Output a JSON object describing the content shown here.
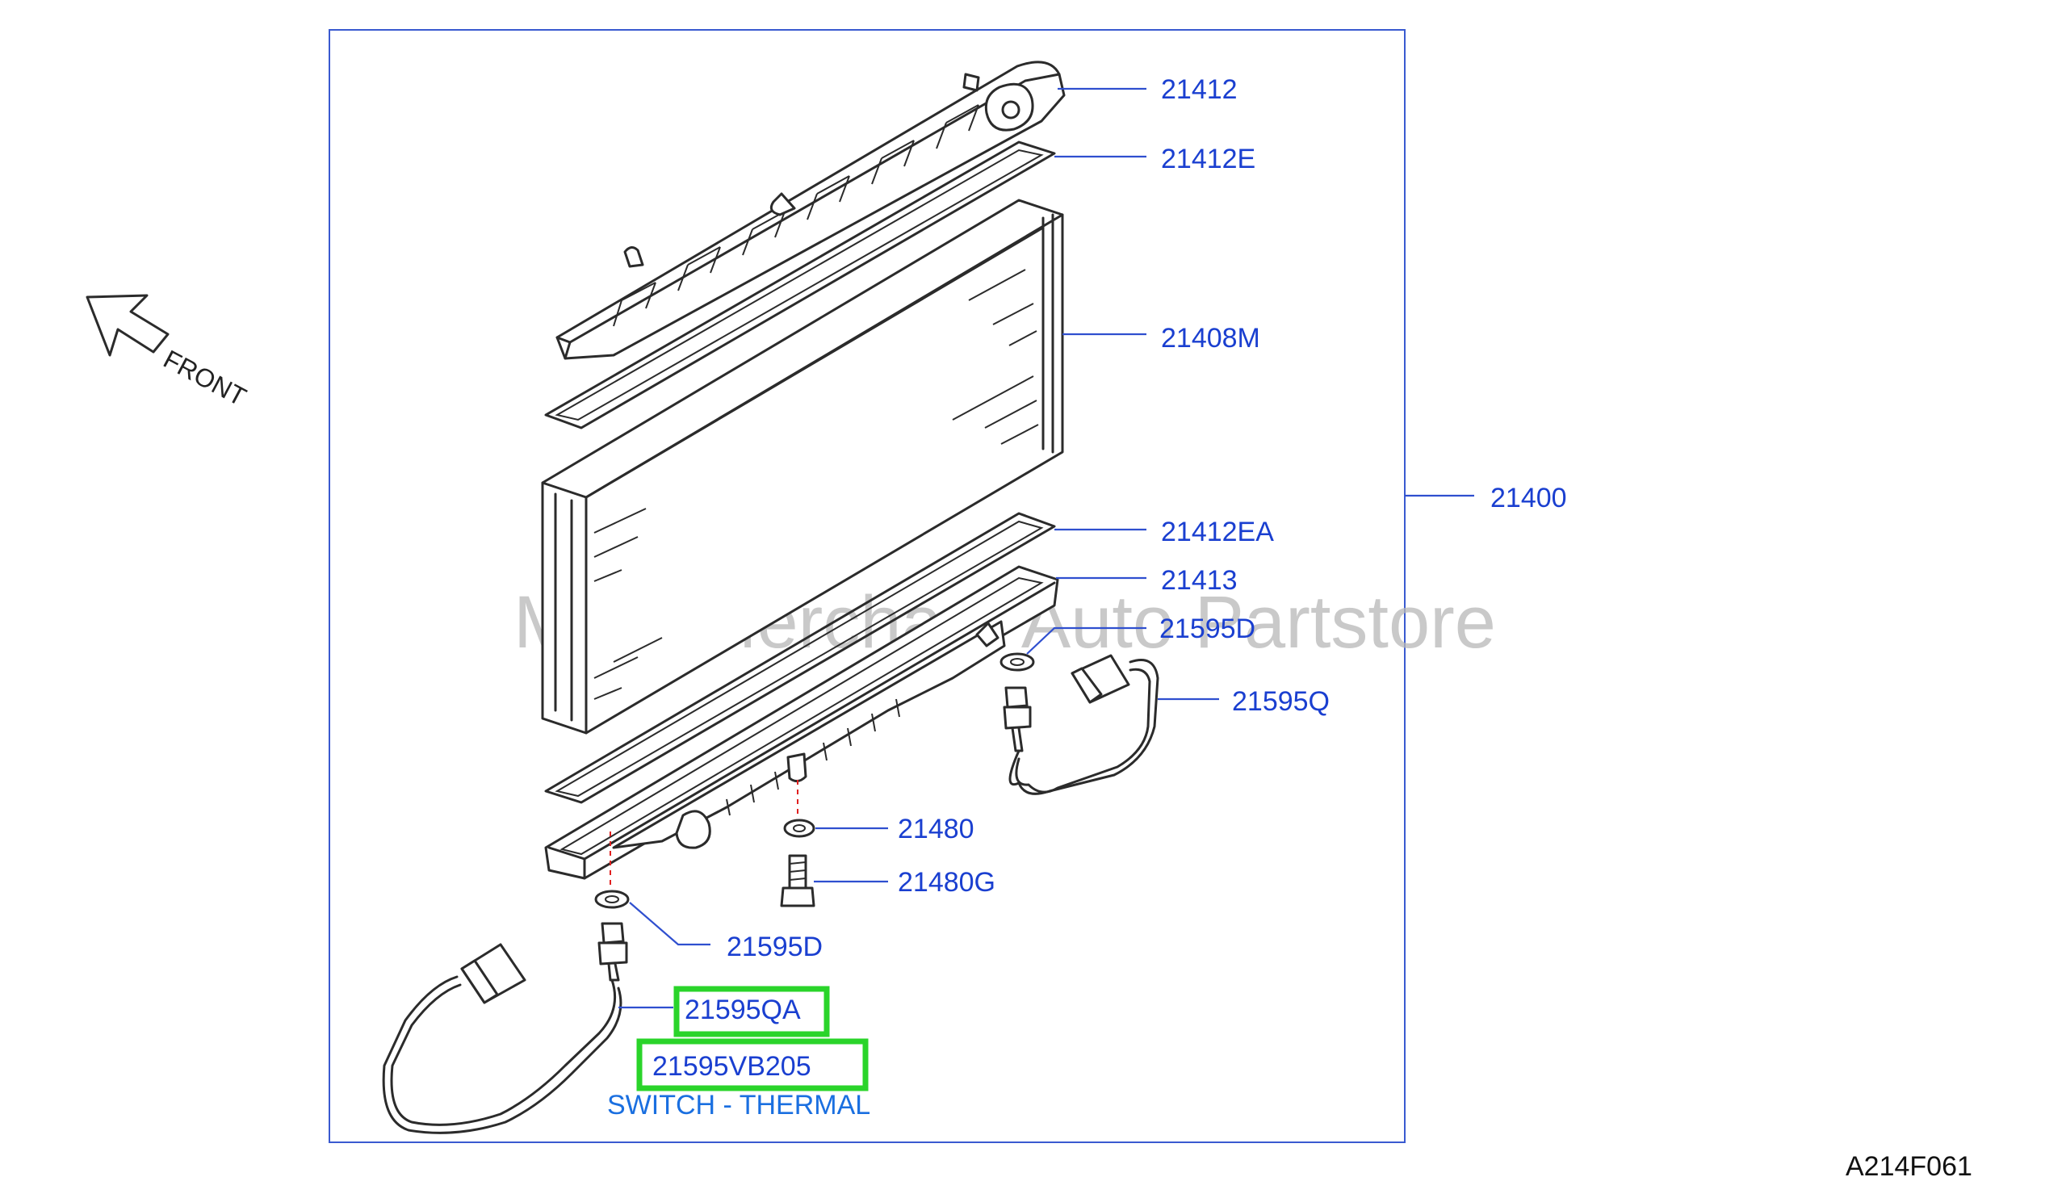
{
  "watermark": "Multi-Merchant Auto Partstore",
  "front_label": "FRONT",
  "diagram_code": "A214F061",
  "assembly_label": "21400",
  "parts": [
    {
      "id": "upper-tank",
      "label": "21412"
    },
    {
      "id": "upper-gasket",
      "label": "21412E"
    },
    {
      "id": "core",
      "label": "21408M"
    },
    {
      "id": "lower-gasket",
      "label": "21412EA"
    },
    {
      "id": "lower-tank",
      "label": "21413"
    },
    {
      "id": "washer-right",
      "label": "21595D"
    },
    {
      "id": "thermal-switch-right",
      "label": "21595Q"
    },
    {
      "id": "drain-washer",
      "label": "21480"
    },
    {
      "id": "drain-plug",
      "label": "21480G"
    },
    {
      "id": "washer-left",
      "label": "21595D"
    },
    {
      "id": "thermal-switch-left",
      "label": "21595QA"
    }
  ],
  "highlighted_part": {
    "number": "21595VB205",
    "description": "SWITCH - THERMAL"
  },
  "colors": {
    "callout_text": "#1a3fd0",
    "highlight_border": "#2ad42a",
    "subtitle_text": "#1a6fe0",
    "frame": "#3a5ad0"
  }
}
